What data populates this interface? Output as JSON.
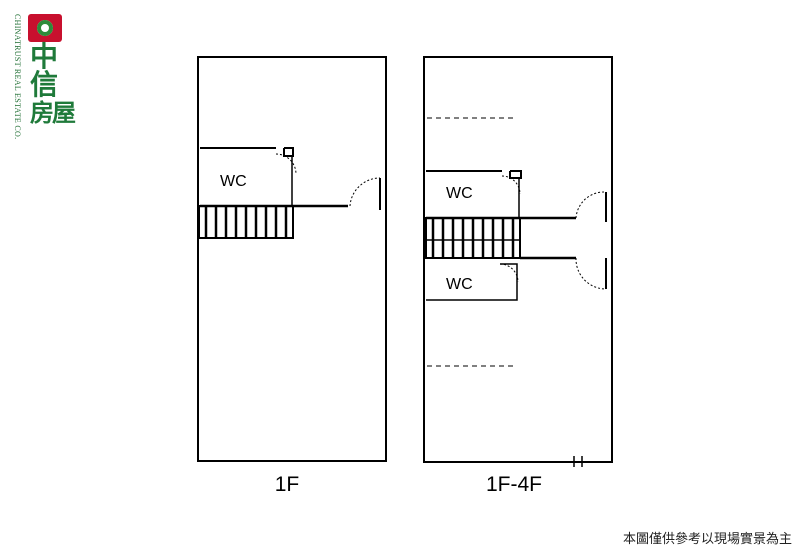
{
  "brand": {
    "logo_chars": [
      "中",
      "信",
      "房屋"
    ],
    "logo_vertical_text": "CHINATRUST REAL ESTATE CO.",
    "colors": {
      "green": "#1f7a3a",
      "red": "#c8102e"
    }
  },
  "floorplans": [
    {
      "caption": "1F",
      "rooms": [
        "WC"
      ]
    },
    {
      "caption": "1F-4F",
      "rooms": [
        "WC",
        "WC"
      ]
    }
  ],
  "disclaimer": "本圖僅供參考以現場實景為主"
}
